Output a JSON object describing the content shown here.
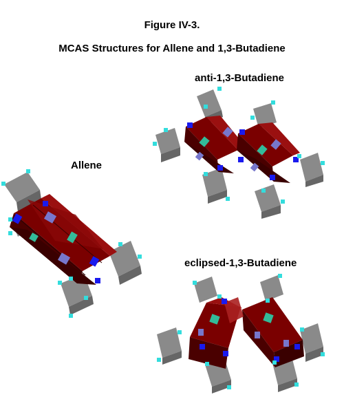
{
  "figure": {
    "number": "Figure IV-3.",
    "title": "MCAS Structures for Allene and 1,3-Butadiene"
  },
  "labels": {
    "anti": "anti-1,3-Butadiene",
    "allene": "Allene",
    "eclipsed": "eclipsed-1,3-Butadiene"
  },
  "colors": {
    "carbon": "#7a0000",
    "carbon_dark": "#4a0000",
    "hydrogen_block": "#8a8a8a",
    "hydrogen_tip": "#33dddd",
    "bond_blue": "#1a1aee",
    "bond_lavender": "#7777cc",
    "bond_teal": "#33bb99"
  }
}
